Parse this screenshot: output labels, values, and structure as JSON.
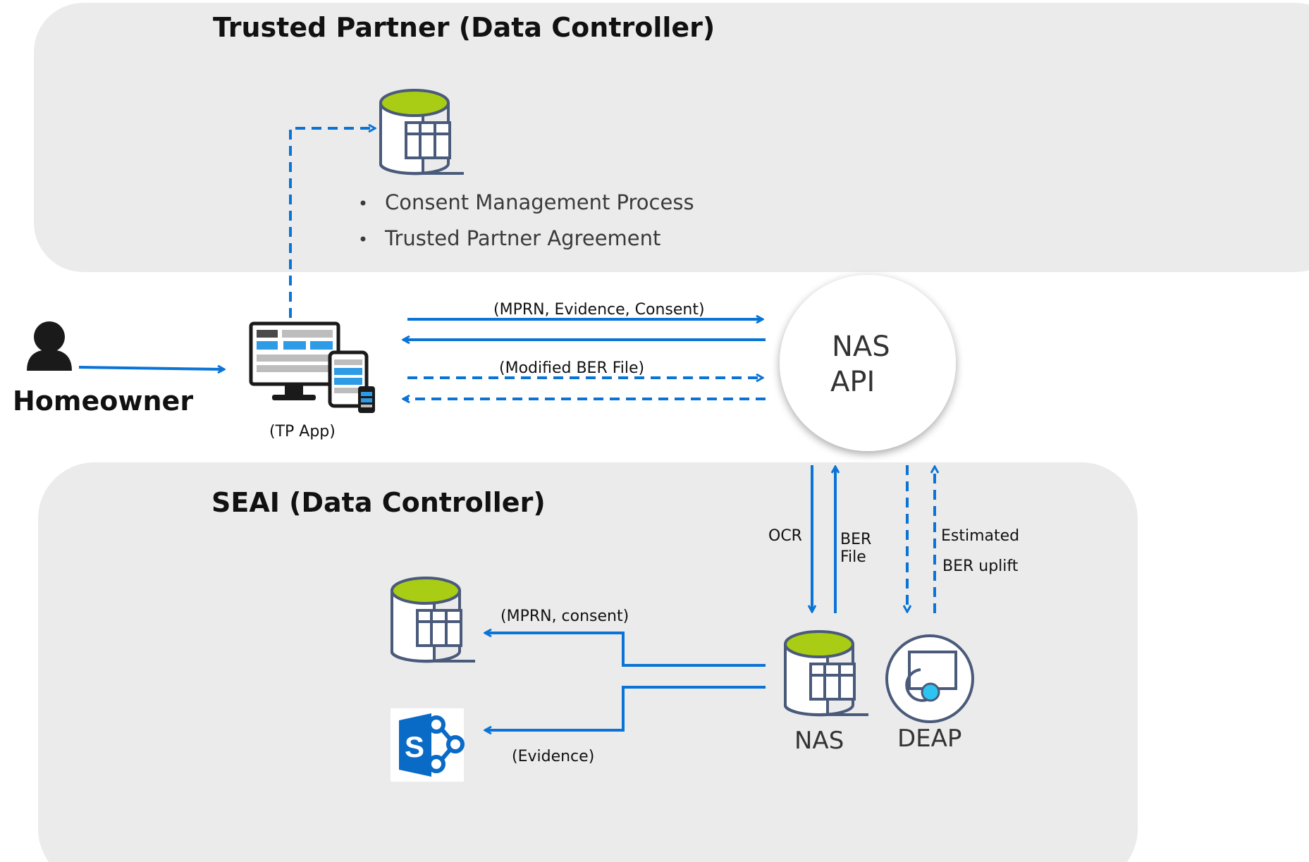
{
  "trusted_partner": {
    "title": "Trusted Partner (Data Controller)",
    "bullets": [
      "Consent Management Process",
      "Trusted Partner Agreement"
    ]
  },
  "seai": {
    "title": "SEAI  (Data Controller)"
  },
  "homeowner": {
    "label": "Homeowner",
    "icon": "person-icon"
  },
  "tp_app": {
    "label": "(TP App)",
    "icon": "devices-icon"
  },
  "nas_api": {
    "line1": "NAS",
    "line2": "API"
  },
  "flows": {
    "mprn_evidence_consent": "(MPRN, Evidence, Consent)",
    "modified_ber_file": "(Modified BER File)",
    "ocr": "OCR",
    "ber_file_line1": "BER",
    "ber_file_line2": "File",
    "estimated_line1": "Estimated",
    "estimated_line2": "BER uplift",
    "mprn_consent": "(MPRN, consent)",
    "evidence": "(Evidence)"
  },
  "nodes": {
    "nas": "NAS",
    "deap": "DEAP",
    "sharepoint_letter": "S"
  },
  "colors": {
    "panel": "#ebebeb",
    "arrow": "#0a74d6",
    "db_outline": "#4a5a7a",
    "db_top": "#a9cc14",
    "sharepoint": "#0a6bc6",
    "deap_dot": "#2ec4f2"
  }
}
